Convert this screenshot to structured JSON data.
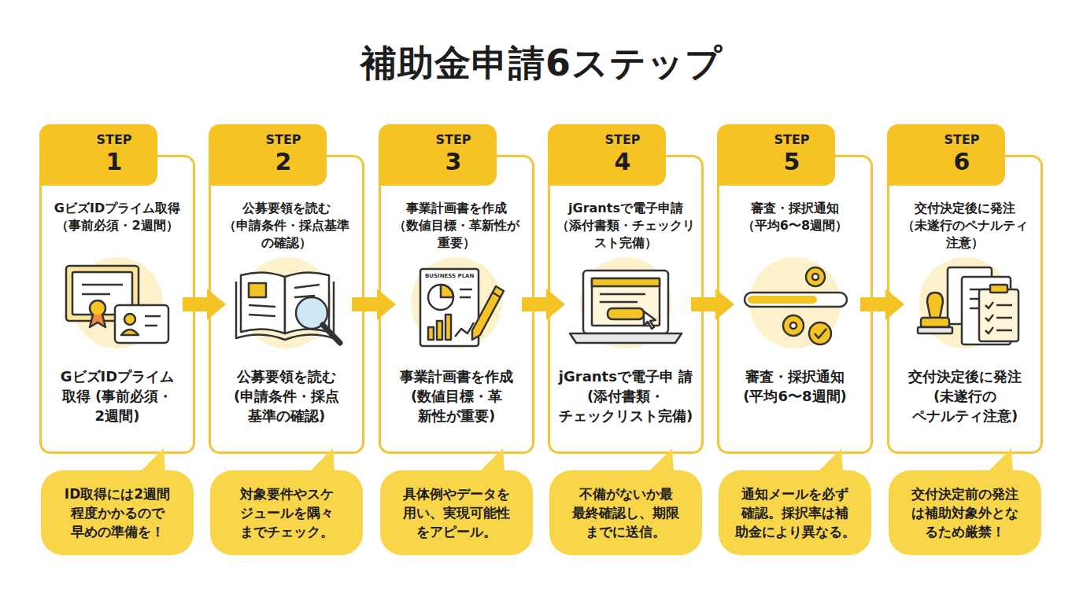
{
  "diagram": {
    "title": "補助金申請6ステップ",
    "nodes": [
      {
        "text": [
          "STEP",
          "1"
        ]
      },
      {
        "text": [
          "GビズIDプライム取得 （事前必須・2週間）",
          "GビズIDプライム 取得 (事前必須・2週間)"
        ]
      },
      {
        "text": [
          "ID取得には2週間 程度かかるので 早めの準備を！"
        ]
      },
      {
        "text": [
          "STEP",
          "2"
        ]
      },
      {
        "text": [
          "公募要領を読む （申請条件・採点基準 の確認）",
          "公募要領を読む (申請条件・採点 基準の確認)"
        ]
      },
      {
        "text": [
          "対象要件やスケ ジュールを隅々 までチェック。"
        ]
      },
      {
        "text": [
          "STEP",
          "3"
        ]
      },
      {
        "text": [
          "事業計画書を作成 （数値目標・革新性が 重要）",
          "事業計画書を作成 (数値目標・革 新性が重要)"
        ]
      },
      {
        "text": [
          "具体例やデータを 用い、実現可能性 をアピール。"
        ]
      },
      {
        "text": [
          "STEP",
          "4"
        ]
      },
      {
        "text": [
          "jGrantsで電子申請 （添付書類・チェックリ スト完備）",
          "jGrantsで電子申 請(添付書類・ チェックリスト完備)"
        ]
      },
      {
        "text": [
          "不備がないか最 最終確認し、期限 までに送信。"
        ]
      },
      {
        "text": [
          "STEP",
          "5"
        ]
      },
      {
        "text": [
          "審査・採択通知 （平均6〜8週間）",
          "審査・採択通知 (平均6〜8週間)"
        ]
      },
      {
        "text": [
          "通知メールを必ず 確認。採択率は補 助金により異なる。"
        ]
      },
      {
        "text": [
          "STEP",
          "6"
        ]
      },
      {
        "text": [
          "交付決定後に発注 （未遂行のペナルティ 注意）",
          "交付決定後に発注 (未遂行の ペナルティ注意)"
        ]
      },
      {
        "text": [
          "交付決定前の発注 は補助対象外とな るため厳禁！"
        ]
      }
    ],
    "edges": [
      {
        "from": 1,
        "to": 4,
        "arrow": "to"
      },
      {
        "from": 4,
        "to": 7,
        "arrow": "to"
      },
      {
        "from": 7,
        "to": 10,
        "arrow": "to"
      },
      {
        "from": 10,
        "to": 13,
        "arrow": "to"
      },
      {
        "from": 13,
        "to": 16,
        "arrow": "to"
      }
    ],
    "labels": [
      "BUSINESS PLAN"
    ]
  }
}
